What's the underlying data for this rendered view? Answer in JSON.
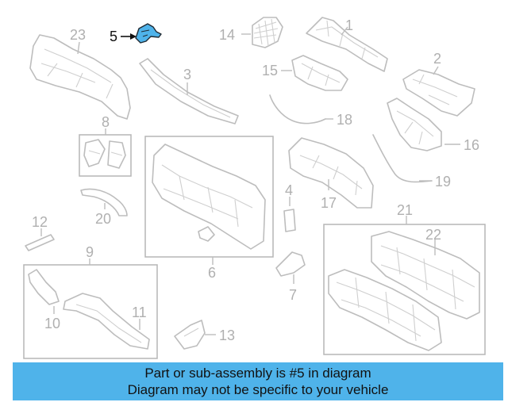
{
  "callouts": {
    "c1": "1",
    "c2": "2",
    "c3": "3",
    "c4": "4",
    "c5": "5",
    "c6": "6",
    "c7": "7",
    "c8": "8",
    "c9": "9",
    "c10": "10",
    "c11": "11",
    "c12": "12",
    "c13": "13",
    "c14": "14",
    "c15": "15",
    "c16": "16",
    "c17": "17",
    "c18": "18",
    "c19": "19",
    "c20": "20",
    "c21": "21",
    "c22": "22",
    "c23": "23"
  },
  "highlight": {
    "part": "5",
    "color": "#4fb3ea"
  },
  "banner": {
    "line1": "Part or sub-assembly is #5 in diagram",
    "line2": "Diagram may not be specific to your vehicle",
    "color": "#4fb3ea"
  }
}
